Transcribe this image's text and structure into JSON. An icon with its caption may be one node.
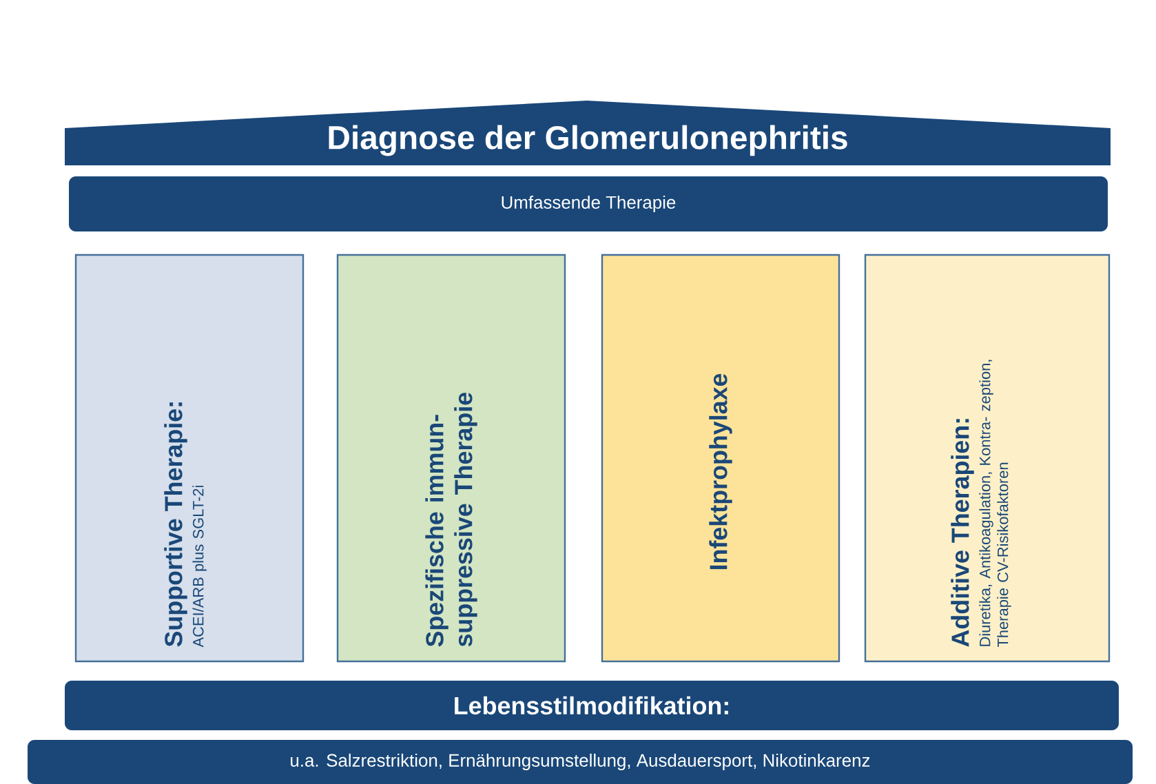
{
  "diagram": {
    "nodes": [
      {
        "text": [
          "Diagnose der Glomerulonephritis"
        ]
      },
      {
        "text": [
          "Umfassende Therapie"
        ]
      },
      {
        "text": [
          "Supportive Therapie:",
          "ACEI/ARB plus SGLT-2i"
        ]
      },
      {
        "text": [
          "Spezifische immun- suppressive Therapie"
        ]
      },
      {
        "text": [
          "Infektprophylaxe"
        ]
      },
      {
        "text": [
          "Additive Therapien:",
          "Diuretika, Antikoagulation, Kontra- zeption, Therapie CV-Risikofaktoren"
        ]
      },
      {
        "text": [
          "Lebensstilmodifikation:"
        ]
      },
      {
        "text": [
          "u.a. Salzrestriktion, Ernährungsumstellung, Ausdauersport, Nikotinkarenz"
        ]
      }
    ]
  }
}
